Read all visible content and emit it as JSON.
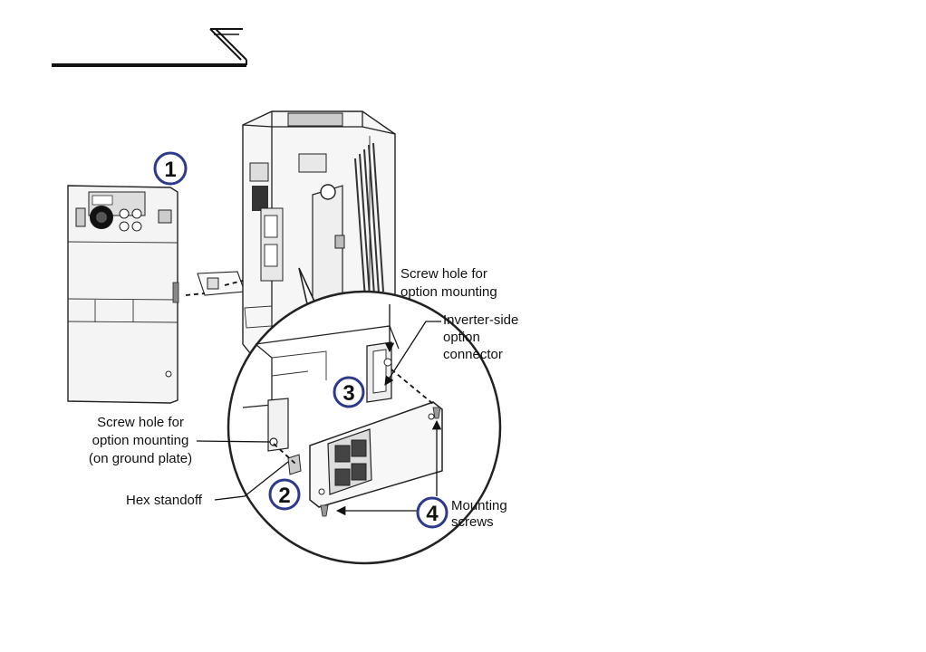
{
  "header": {
    "mark_icon": "section-mark-icon"
  },
  "callouts": {
    "step1": "1",
    "step2": "2",
    "step3": "3",
    "step4": "4"
  },
  "labels": {
    "screw_hole_top_1": "Screw hole for",
    "screw_hole_top_2": "option mounting",
    "connector_1": "Inverter-side",
    "connector_2": "option",
    "connector_3": "connector",
    "screw_hole_ground_1": "Screw hole for",
    "screw_hole_ground_2": "option mounting",
    "screw_hole_ground_3": "(on ground plate)",
    "hex_standoff": "Hex standoff",
    "mounting_screws_1": "Mounting",
    "mounting_screws_2": "screws"
  },
  "colors": {
    "callout_ring": "#2d3a8c",
    "line": "#222222"
  }
}
